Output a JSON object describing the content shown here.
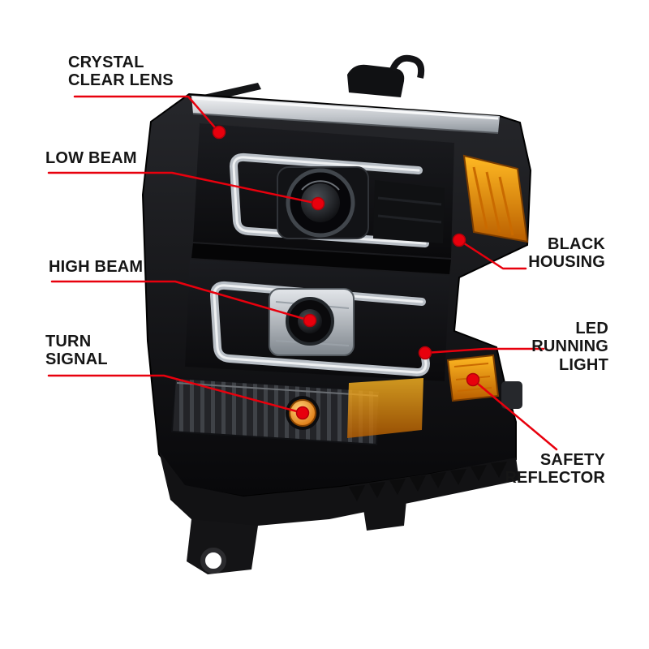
{
  "page": {
    "background": "#ffffff",
    "description": "Annotated product diagram of a projector headlight assembly"
  },
  "colors": {
    "accent_red": "#e8000d",
    "housing_black": "#0d0d10",
    "chrome_trim": "#d4d7db",
    "amber": "#f08c00",
    "drl_tube": "#c3c8ce"
  },
  "callouts": {
    "crystal_clear_lens": {
      "label": "CRYSTAL\nCLEAR LENS"
    },
    "low_beam": {
      "label": "LOW BEAM"
    },
    "high_beam": {
      "label": "HIGH BEAM"
    },
    "turn_signal": {
      "label": "TURN\nSIGNAL"
    },
    "black_housing": {
      "label": "BLACK\nHOUSING"
    },
    "led_running_light": {
      "label": "LED\nRUNNING\nLIGHT"
    },
    "safety_reflector": {
      "label": "SAFETY\nREFLECTOR"
    }
  },
  "illustration": {
    "parts": [
      "chrome-trim",
      "low-beam-projector",
      "high-beam-projector",
      "led-drl-tube-upper",
      "led-drl-tube-lower",
      "turn-signal-bulb",
      "amber-reflector-upper",
      "amber-side-reflector",
      "mounting-bracket"
    ]
  }
}
